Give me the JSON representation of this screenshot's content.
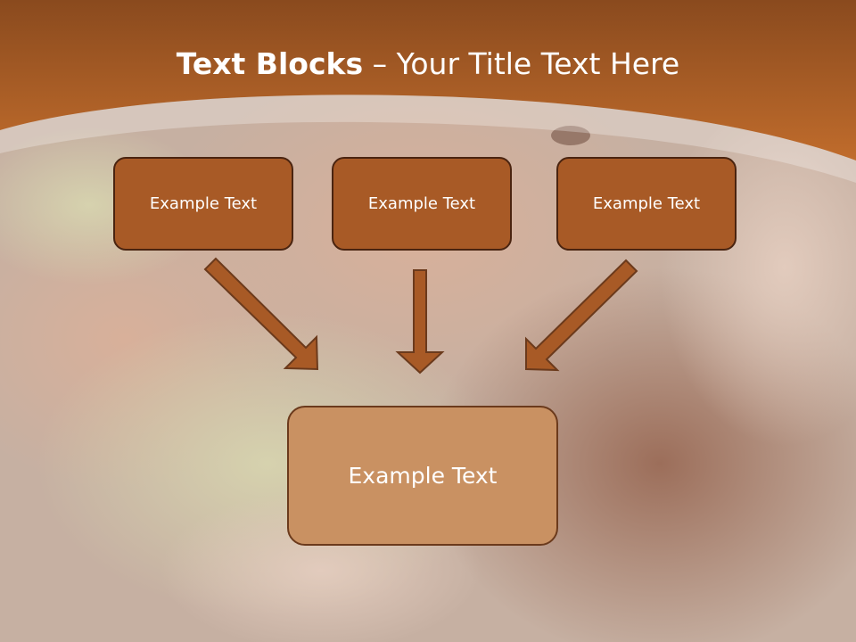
{
  "slide": {
    "title_bold": "Text Blocks",
    "title_separator": " – ",
    "title_rest": "Your Title Text Here"
  },
  "boxes": {
    "top": [
      "Example Text",
      "Example Text",
      "Example Text"
    ],
    "bottom": "Example Text"
  },
  "colors": {
    "header_band": "#b5652a",
    "box_fill": "#a85a26",
    "box_border": "#4a2410",
    "bottom_box_fill": "#c99162",
    "arrow_fill": "#a85a26"
  }
}
